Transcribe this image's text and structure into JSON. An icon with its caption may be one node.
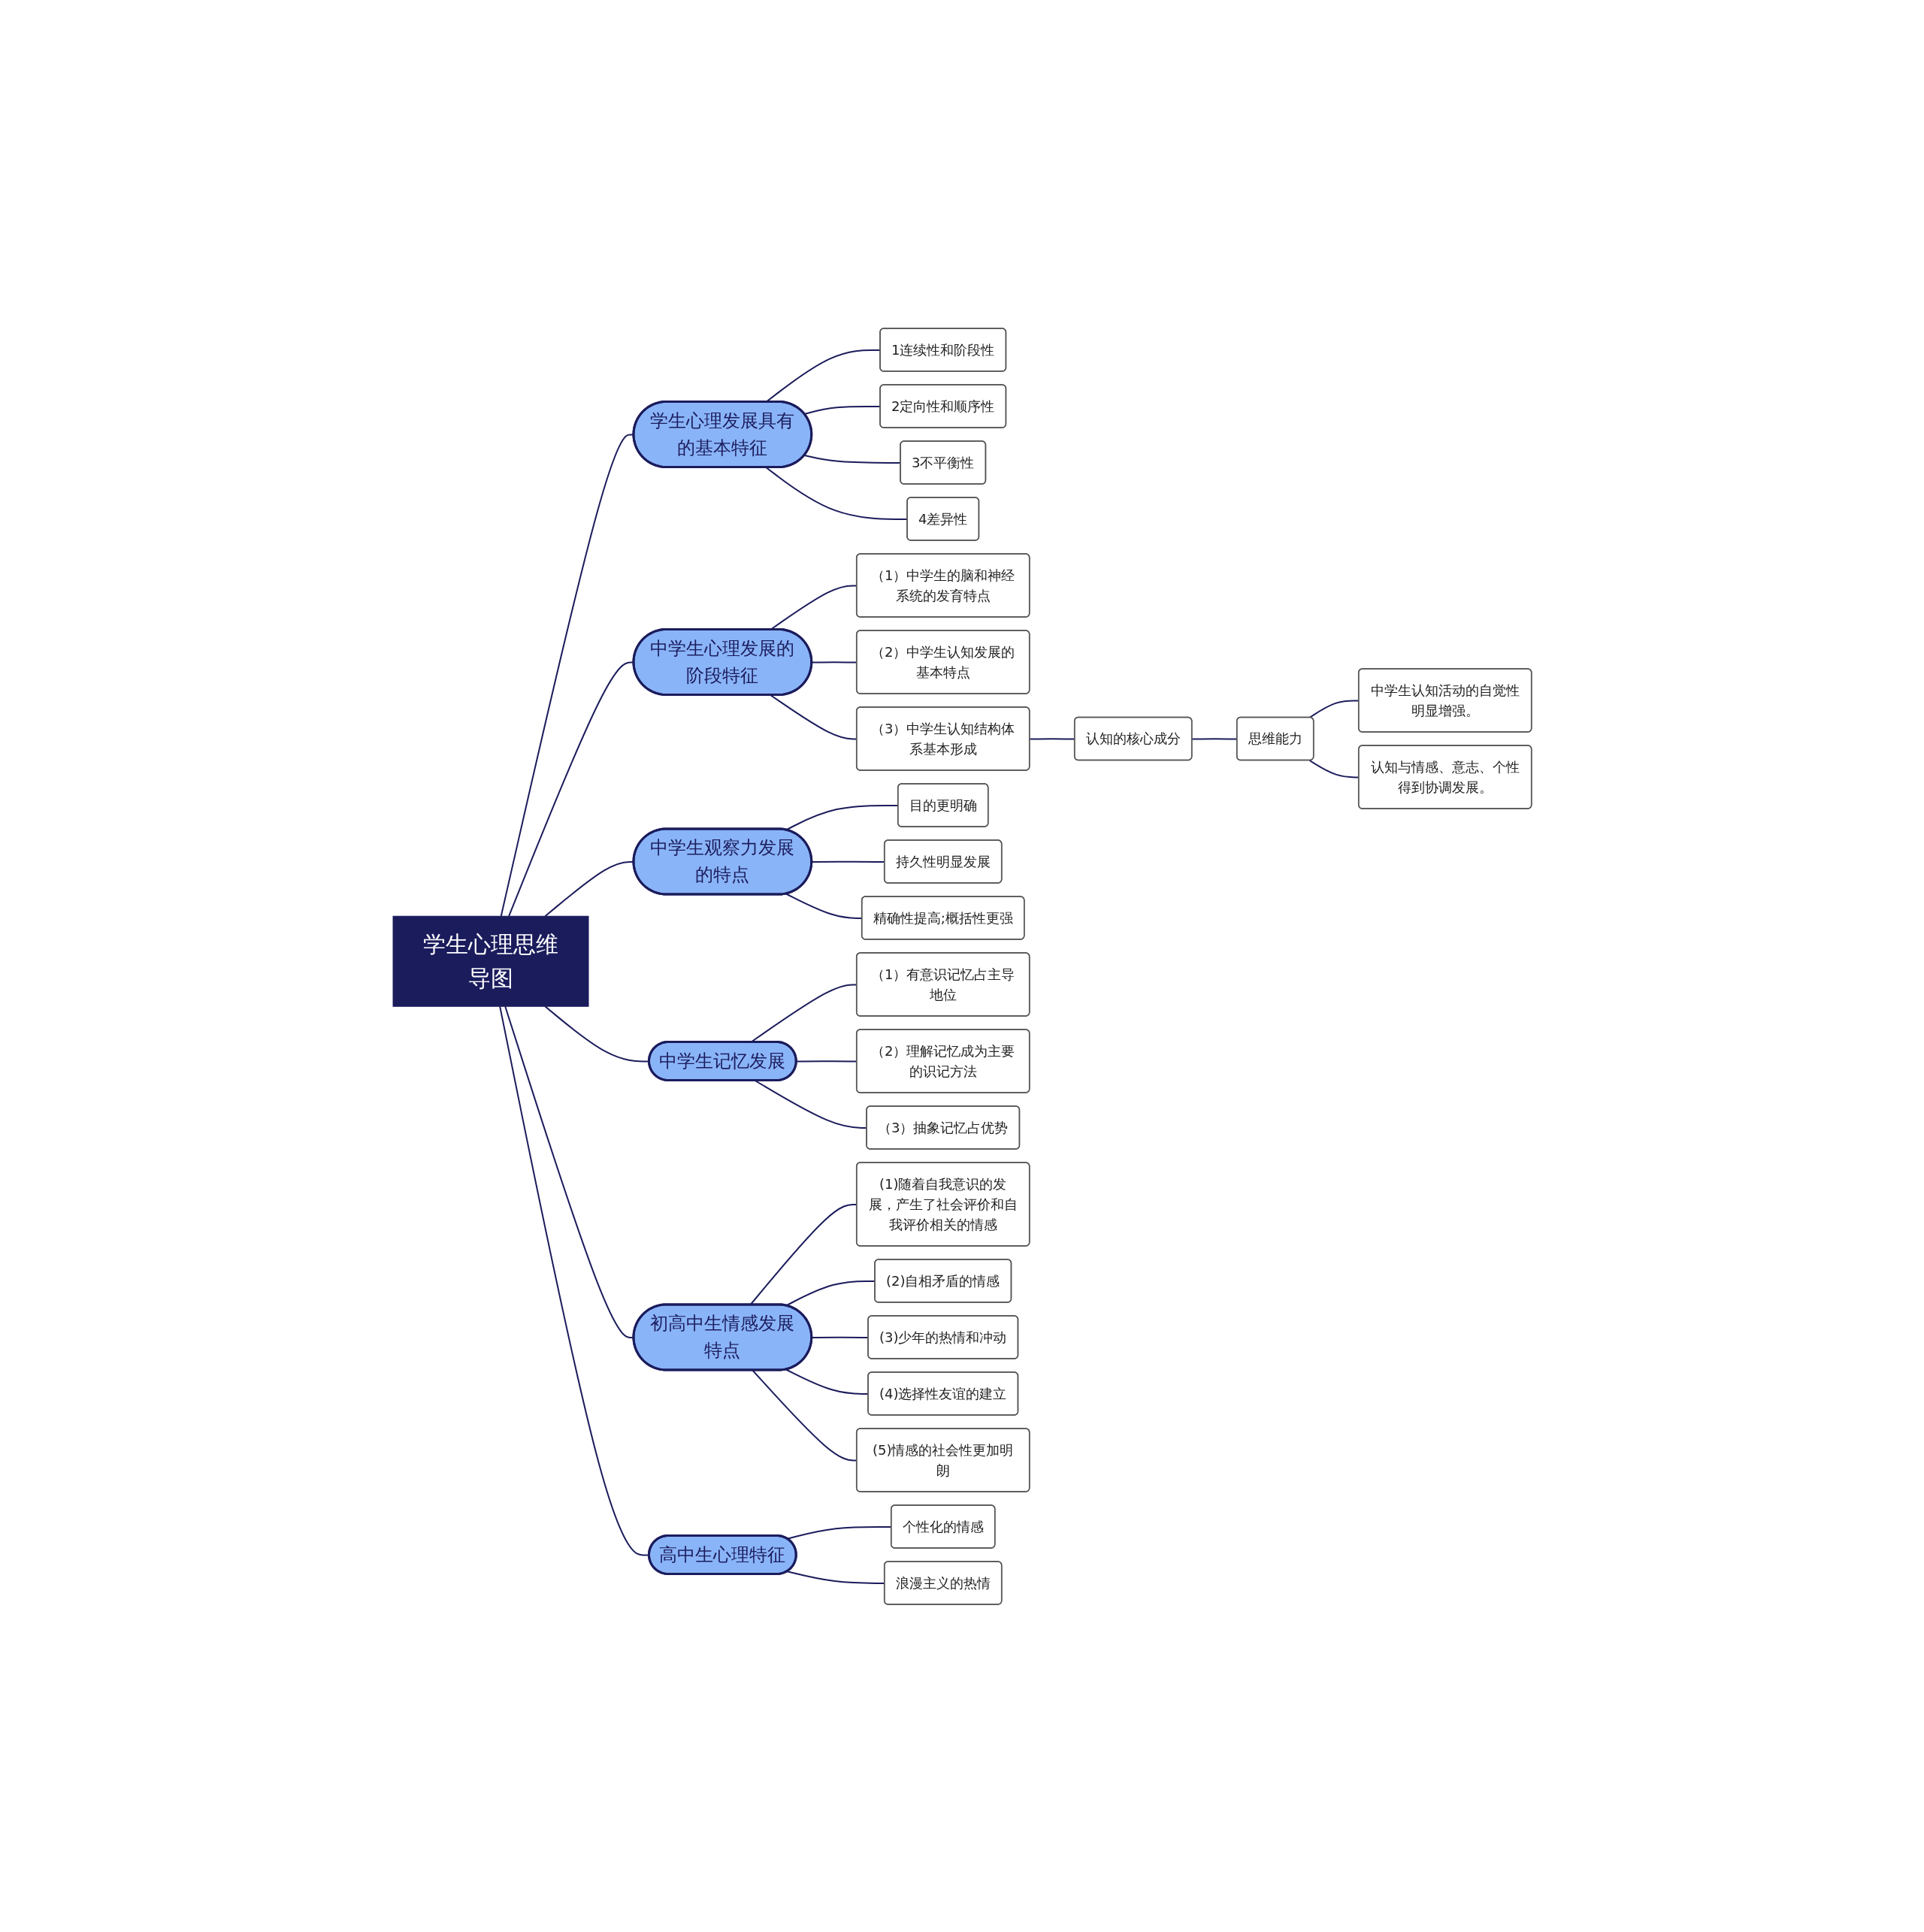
{
  "diagram": {
    "nodes": [
      {
        "text": [
          "学生心理思维导图"
        ]
      },
      {
        "text": [
          "学生心理发展具有的基本特征"
        ]
      },
      {
        "text": [
          "1连续性和阶段性"
        ]
      },
      {
        "text": [
          "2定向性和顺序性"
        ]
      },
      {
        "text": [
          "3不平衡性"
        ]
      },
      {
        "text": [
          "4差异性"
        ]
      },
      {
        "text": [
          "中学生心理发展的阶段特征"
        ]
      },
      {
        "text": [
          "（1）中学生的脑和神经系统的发育特点"
        ]
      },
      {
        "text": [
          "（2）中学生认知发展的基本特点"
        ]
      },
      {
        "text": [
          "（3）中学生认知结构体系基本形成"
        ]
      },
      {
        "text": [
          "认知的核心成分"
        ]
      },
      {
        "text": [
          "思维能力"
        ]
      },
      {
        "text": [
          "中学生认知活动的自觉性明显增强。"
        ]
      },
      {
        "text": [
          "认知与情感、意志、个性得到协调发展。"
        ]
      },
      {
        "text": [
          "中学生观察力发展的特点"
        ]
      },
      {
        "text": [
          "目的更明确"
        ]
      },
      {
        "text": [
          "持久性明显发展"
        ]
      },
      {
        "text": [
          "精确性提高;概括性更强"
        ]
      },
      {
        "text": [
          "中学生记忆发展"
        ]
      },
      {
        "text": [
          "（1）有意识记忆占主导地位"
        ]
      },
      {
        "text": [
          "（2）理解记忆成为主要的识记方法"
        ]
      },
      {
        "text": [
          "（3）抽象记忆占优势"
        ]
      },
      {
        "text": [
          "初高中生情感发展特点"
        ]
      },
      {
        "text": [
          "(1)随着自我意识的发展，产生了社会评价和自我评价相关的情感"
        ]
      },
      {
        "text": [
          "(2)自相矛盾的情感"
        ]
      },
      {
        "text": [
          "(3)少年的热情和冲动"
        ]
      },
      {
        "text": [
          "(4)选择性友谊的建立"
        ]
      },
      {
        "text": [
          "(5)情感的社会性更加明朗"
        ]
      },
      {
        "text": [
          "高中生心理特征"
        ]
      },
      {
        "text": [
          "个性化的情感"
        ]
      },
      {
        "text": [
          "浪漫主义的热情"
        ]
      }
    ],
    "edges": [
      {
        "from": 0,
        "to": 1,
        "arrow": "none"
      },
      {
        "from": 1,
        "to": 2,
        "arrow": "none"
      },
      {
        "from": 1,
        "to": 3,
        "arrow": "none"
      },
      {
        "from": 1,
        "to": 4,
        "arrow": "none"
      },
      {
        "from": 1,
        "to": 5,
        "arrow": "none"
      },
      {
        "from": 0,
        "to": 6,
        "arrow": "none"
      },
      {
        "from": 6,
        "to": 7,
        "arrow": "none"
      },
      {
        "from": 6,
        "to": 8,
        "arrow": "none"
      },
      {
        "from": 6,
        "to": 9,
        "arrow": "none"
      },
      {
        "from": 9,
        "to": 10,
        "arrow": "none"
      },
      {
        "from": 10,
        "to": 11,
        "arrow": "none"
      },
      {
        "from": 11,
        "to": 12,
        "arrow": "none"
      },
      {
        "from": 11,
        "to": 13,
        "arrow": "none"
      },
      {
        "from": 0,
        "to": 14,
        "arrow": "none"
      },
      {
        "from": 14,
        "to": 15,
        "arrow": "none"
      },
      {
        "from": 14,
        "to": 16,
        "arrow": "none"
      },
      {
        "from": 14,
        "to": 17,
        "arrow": "none"
      },
      {
        "from": 0,
        "to": 18,
        "arrow": "none"
      },
      {
        "from": 18,
        "to": 19,
        "arrow": "none"
      },
      {
        "from": 18,
        "to": 20,
        "arrow": "none"
      },
      {
        "from": 18,
        "to": 21,
        "arrow": "none"
      },
      {
        "from": 0,
        "to": 22,
        "arrow": "none"
      },
      {
        "from": 22,
        "to": 23,
        "arrow": "none"
      },
      {
        "from": 22,
        "to": 24,
        "arrow": "none"
      },
      {
        "from": 22,
        "to": 25,
        "arrow": "none"
      },
      {
        "from": 22,
        "to": 26,
        "arrow": "none"
      },
      {
        "from": 22,
        "to": 27,
        "arrow": "none"
      },
      {
        "from": 0,
        "to": 28,
        "arrow": "none"
      },
      {
        "from": 28,
        "to": 29,
        "arrow": "none"
      },
      {
        "from": 28,
        "to": 30,
        "arrow": "none"
      }
    ]
  }
}
